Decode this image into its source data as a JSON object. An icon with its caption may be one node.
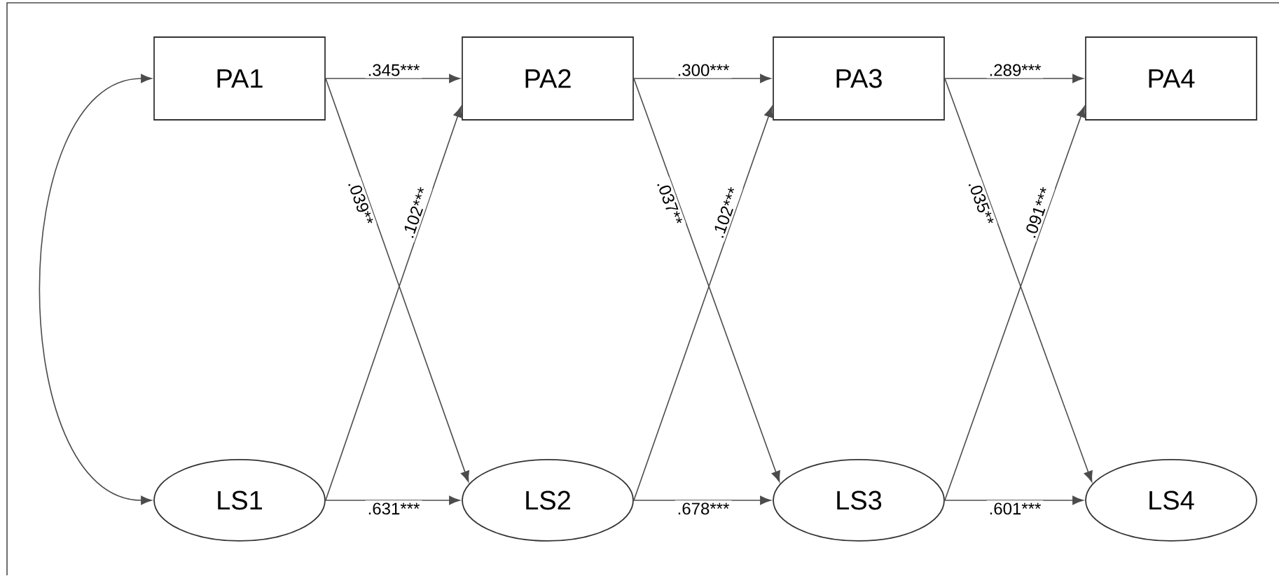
{
  "diagram": {
    "nodes": [
      {
        "text": [
          "PA1"
        ]
      },
      {
        "text": [
          "PA2"
        ]
      },
      {
        "text": [
          "PA3"
        ]
      },
      {
        "text": [
          "PA4"
        ]
      },
      {
        "text": [
          "LS1"
        ]
      },
      {
        "text": [
          "LS2"
        ]
      },
      {
        "text": [
          "LS3"
        ]
      },
      {
        "text": [
          "LS4"
        ]
      }
    ],
    "edges": [
      {
        "from": 0,
        "to": 1,
        "arrow": "to",
        "label": ".345***"
      },
      {
        "from": 1,
        "to": 2,
        "arrow": "to",
        "label": ".300***"
      },
      {
        "from": 2,
        "to": 3,
        "arrow": "to",
        "label": ".289***"
      },
      {
        "from": 4,
        "to": 5,
        "arrow": "to",
        "label": ".631***"
      },
      {
        "from": 5,
        "to": 6,
        "arrow": "to",
        "label": ".678***"
      },
      {
        "from": 6,
        "to": 7,
        "arrow": "to",
        "label": ".601***"
      },
      {
        "from": 0,
        "to": 5,
        "arrow": "to",
        "label": ".039**"
      },
      {
        "from": 1,
        "to": 6,
        "arrow": "to",
        "label": ".037**"
      },
      {
        "from": 2,
        "to": 7,
        "arrow": "to",
        "label": ".035**"
      },
      {
        "from": 4,
        "to": 1,
        "arrow": "to",
        "label": ".102***"
      },
      {
        "from": 5,
        "to": 2,
        "arrow": "to",
        "label": ".102***"
      },
      {
        "from": 6,
        "to": 3,
        "arrow": "to",
        "label": ".091***"
      },
      {
        "from": 0,
        "to": 4,
        "arrow": "both"
      }
    ]
  }
}
